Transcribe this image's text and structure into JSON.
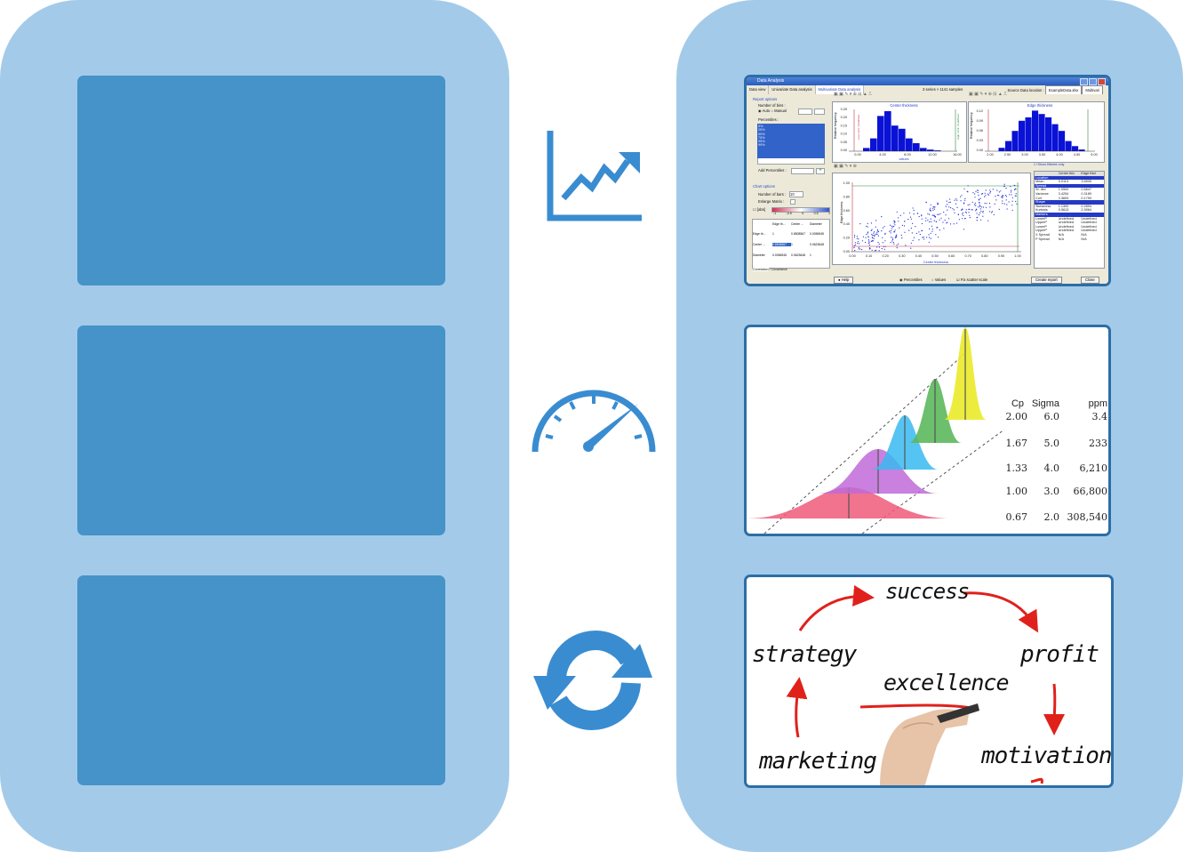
{
  "colors": {
    "panel": "#a3cbe9",
    "block": "#4593c8",
    "icon": "#3a8cd1",
    "frame": "#2c6ea6"
  },
  "icons": [
    "line-chart-icon",
    "speedometer-icon",
    "refresh-cycle-icon"
  ],
  "data_analysis": {
    "window_title": "Data Analysis",
    "tabs": [
      "Data view",
      "Univariate Data analysis",
      "Multivariate Data analysis"
    ],
    "series_info": "3 series × 1141 samples",
    "source_label": "Source Data location :",
    "source_file": "ExampleData.xlsx",
    "source_sheet": "Multivari",
    "report_options": "Report options",
    "number_of_bins": "Number of bins :",
    "auto": "Auto",
    "manual": "Manual",
    "percentiles_label": "Percentiles :",
    "percentiles": [
      "5%",
      "25%",
      "50%",
      "75%",
      "95%",
      "99%"
    ],
    "add_percentiles": "Add Percentiles :",
    "chart_options": "Chart options",
    "number_of_bars": "Number of bars :",
    "bars_value": "10",
    "enlarge_matrix": "Enlarge Matrix :",
    "bins_label": "[abs]",
    "slider_ticks": [
      "-1",
      "-0.5",
      "0",
      "0.5",
      "1"
    ],
    "corr_headers": [
      "Edge th...",
      "Center ...",
      "Diameter"
    ],
    "corr_rows": [
      [
        "Edge th...",
        "1",
        "0.8508567",
        "0.0056945"
      ],
      [
        "Center ...",
        "0.8508567",
        "1",
        "0.0623648"
      ],
      [
        "Diameter",
        "0.0056945",
        "0.0623648",
        "1"
      ]
    ],
    "bottom_tabs": [
      "Correlation",
      "Covariance"
    ],
    "hist1_title": "Center thickness",
    "hist2_title": "Edge thickness",
    "hist_xlabel": "values",
    "hist_ylabel": "Relative frequency",
    "hist1_yticks": [
      "0.25",
      "0.20",
      "0.15",
      "0.10",
      "0.05",
      "0.00"
    ],
    "hist1_xticks": [
      "0.00",
      "4.00",
      "8.00",
      "12.00",
      "16.00"
    ],
    "hist2_yticks": [
      "0.12",
      "0.09",
      "0.06",
      "0.03",
      "0.00"
    ],
    "hist2_xticks": [
      "2.00",
      "2.50",
      "3.00",
      "3.50",
      "4.00",
      "4.50",
      "5.00"
    ],
    "limit_low": "Low Limit: Undefined",
    "limit_high": "High Limit: Undefined",
    "scatter_xlabel": "Center thickness",
    "scatter_ylabel": "Edge thickness",
    "scatter_yticks": [
      "1.00",
      "0.80",
      "0.60",
      "0.40",
      "0.20",
      "0.00"
    ],
    "scatter_xticks": [
      "0.00",
      "0.10",
      "0.20",
      "0.30",
      "0.40",
      "0.50",
      "0.60",
      "0.70",
      "0.80",
      "0.90",
      "1.00"
    ],
    "show_filtered": "Show filtered only",
    "stats_header": [
      "",
      "Center thic",
      "Edge thicl"
    ],
    "stats_sections": [
      {
        "name": "Location",
        "rows": [
          [
            "Mean",
            "5.0113",
            "3.5505"
          ]
        ]
      },
      {
        "name": "Spread",
        "rows": [
          [
            "St. dev",
            "1.0500",
            "0.5647"
          ],
          [
            "Variance",
            "3.4254",
            "0.3189"
          ],
          [
            "CoV",
            "0.3693",
            "0.1790"
          ]
        ]
      },
      {
        "name": "Shape",
        "rows": [
          [
            "Skewness",
            "1.1300",
            "0.2894"
          ],
          [
            "Kurtosis",
            "5.5613",
            "2.3964"
          ]
        ]
      },
      {
        "name": "Markers",
        "rows": [
          [
            "LowerP",
            "Undefined",
            "Undefined"
          ],
          [
            "UpperP",
            "Undefined",
            "Undefined"
          ],
          [
            "LowerP",
            "Undefined",
            "Undefined"
          ],
          [
            "UpperP",
            "Undefined",
            "Undefined"
          ],
          [
            "X Spread",
            "N/A",
            "N/A"
          ],
          [
            "P Spread",
            "N/A",
            "N/A"
          ]
        ]
      }
    ],
    "help": "Help",
    "percentiles_radio": "Percentiles",
    "values_radio": "Values",
    "fix_scale": "Fix scatter scale",
    "create_report": "Create report",
    "close": "Close"
  },
  "sigma_table": {
    "headers": [
      "Cp",
      "Sigma",
      "ppm"
    ],
    "rows": [
      [
        "2.00",
        "6.0",
        "3.4"
      ],
      [
        "1.67",
        "5.0",
        "233"
      ],
      [
        "1.33",
        "4.0",
        "6,210"
      ],
      [
        "1.00",
        "3.0",
        "66,800"
      ],
      [
        "0.67",
        "2.0",
        "308,540"
      ]
    ]
  },
  "cycle": {
    "words": [
      "success",
      "profit",
      "strategy",
      "excellence",
      "marketing",
      "motivation"
    ],
    "arrow_color": "#e0211b"
  }
}
